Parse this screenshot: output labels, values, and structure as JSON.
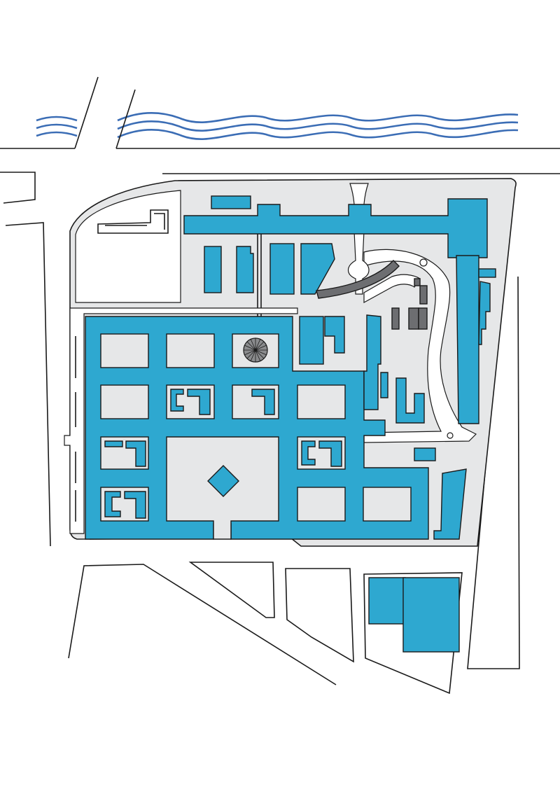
{
  "map": {
    "colors": {
      "building": "#2ea8d0",
      "existing_building": "#6d6e71",
      "site_ground": "#e6e7e8",
      "water": "#3b6db5",
      "outline": "#1a1a1a"
    },
    "features": {
      "river": "river",
      "roads": "roads",
      "plaza_grid": "plaza-grid",
      "rotunda": "rotunda",
      "diamond_pavilion": "diamond-pavilion",
      "curved_walkway": "curved-walkway"
    }
  }
}
